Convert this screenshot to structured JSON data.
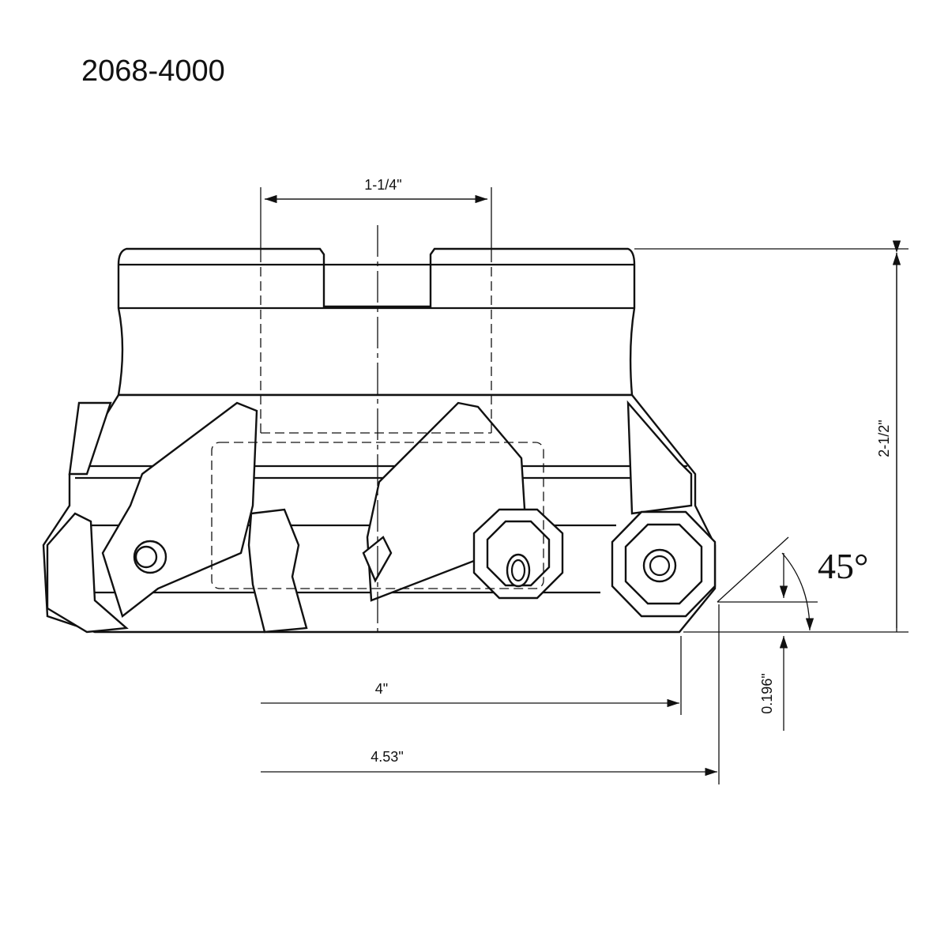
{
  "title": "2068-4000",
  "dimensions": {
    "slot_width": "1-1/4\"",
    "height": "2-1/2\"",
    "angle": "45°",
    "cutting_diameter": "4\"",
    "max_diameter": "4.53\"",
    "depth_of_cut": "0.196\""
  }
}
